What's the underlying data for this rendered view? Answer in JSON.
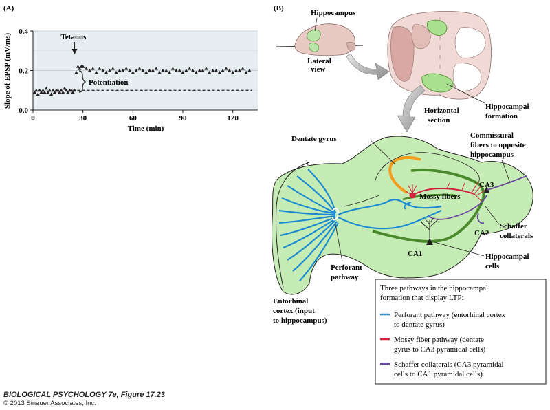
{
  "panel_a": {
    "label": "(A)",
    "tetanus_label": "Tetanus",
    "potentiation_label": "Potentiation",
    "chart_data": {
      "type": "scatter",
      "xlabel": "Time (min)",
      "ylabel": "Slope of EPSP (mV/ms)",
      "xlim": [
        0,
        135
      ],
      "ylim": [
        0,
        0.4
      ],
      "x_ticks": [
        "0",
        "30",
        "60",
        "90",
        "120"
      ],
      "y_ticks": [
        "0.0",
        "0.2",
        "0.4"
      ],
      "grid": true,
      "tetanus_time": 25,
      "baseline_level": 0.1,
      "series": [
        {
          "x": [
            1,
            2,
            3,
            4,
            5,
            6,
            7,
            8,
            9,
            10,
            11,
            12,
            13,
            14,
            15,
            16,
            17,
            18,
            19,
            20,
            21,
            22,
            23,
            24,
            25,
            26,
            27,
            28,
            29,
            30,
            32,
            34,
            36,
            38,
            40,
            42,
            44,
            46,
            48,
            50,
            52,
            54,
            56,
            58,
            60,
            62,
            64,
            66,
            68,
            70,
            72,
            74,
            76,
            78,
            80,
            82,
            84,
            86,
            88,
            90,
            92,
            94,
            96,
            98,
            100,
            102,
            104,
            106,
            108,
            110,
            112,
            114,
            116,
            118,
            120,
            122,
            124,
            126,
            128,
            130
          ],
          "y": [
            0.09,
            0.1,
            0.08,
            0.1,
            0.09,
            0.1,
            0.09,
            0.11,
            0.09,
            0.1,
            0.08,
            0.1,
            0.09,
            0.1,
            0.1,
            0.09,
            0.1,
            0.09,
            0.11,
            0.1,
            0.09,
            0.1,
            0.1,
            0.09,
            0.1,
            0.19,
            0.22,
            0.21,
            0.22,
            0.22,
            0.21,
            0.2,
            0.21,
            0.19,
            0.21,
            0.2,
            0.19,
            0.2,
            0.21,
            0.19,
            0.2,
            0.2,
            0.21,
            0.2,
            0.19,
            0.2,
            0.21,
            0.2,
            0.19,
            0.2,
            0.2,
            0.21,
            0.19,
            0.2,
            0.2,
            0.19,
            0.21,
            0.2,
            0.2,
            0.19,
            0.2,
            0.21,
            0.2,
            0.19,
            0.2,
            0.2,
            0.21,
            0.19,
            0.2,
            0.2,
            0.19,
            0.2,
            0.21,
            0.2,
            0.19,
            0.2,
            0.2,
            0.21,
            0.19,
            0.2
          ]
        }
      ]
    }
  },
  "panel_b": {
    "label": "(B)",
    "hippocampus_label": "Hippocampus",
    "lateral_view_label": [
      "Lateral",
      "view"
    ],
    "horizontal_section_label": [
      "Horizontal",
      "section"
    ],
    "hippocampal_formation_label": [
      "Hippocampal",
      "formation"
    ],
    "dentate_gyrus_label": "Dentate gyrus",
    "commissural_label": [
      "Commissural",
      "fibers to opposite",
      "hippocampus"
    ],
    "ca3_label": "CA3",
    "mossy_fibers_label": "Mossy fibers",
    "schaffer_label": [
      "Schaffer",
      "collaterals"
    ],
    "ca2_label": "CA2",
    "ca1_label": "CA1",
    "hippocampal_cells_label": [
      "Hippocampal",
      "cells"
    ],
    "perforant_label": [
      "Perforant",
      "pathway"
    ],
    "entorhinal_label": [
      "Entorhinal",
      "cortex (input",
      "to hippocampus)"
    ],
    "legend": {
      "title": [
        "Three pathways in the hippocampal",
        "formation that display LTP:"
      ],
      "items": [
        {
          "color": "#1b8ad0",
          "lines": [
            "Perforant pathway (entorhinal cortex",
            "to dentate gyrus)"
          ]
        },
        {
          "color": "#d21f3c",
          "lines": [
            "Mossy fiber pathway (dentate",
            "gyrus to CA3 pyramidal cells)"
          ]
        },
        {
          "color": "#6a4a9e",
          "lines": [
            "Schaffer collaterals (CA3 pyramidal",
            "cells to CA1 pyramidal cells)"
          ]
        }
      ]
    }
  },
  "colors": {
    "perforant": "#1b8ad0",
    "mossy": "#d21f3c",
    "schaffer": "#6a4a9e",
    "tissue_fill": "#c6ecb6",
    "cell_layer": "#4b8a2c",
    "dentate": "#f39c1e",
    "chart_bg": "#e6eef2"
  },
  "credit": {
    "title": "BIOLOGICAL PSYCHOLOGY 7e, Figure 17.23",
    "copyright": "© 2013 Sinauer Associates, Inc."
  }
}
